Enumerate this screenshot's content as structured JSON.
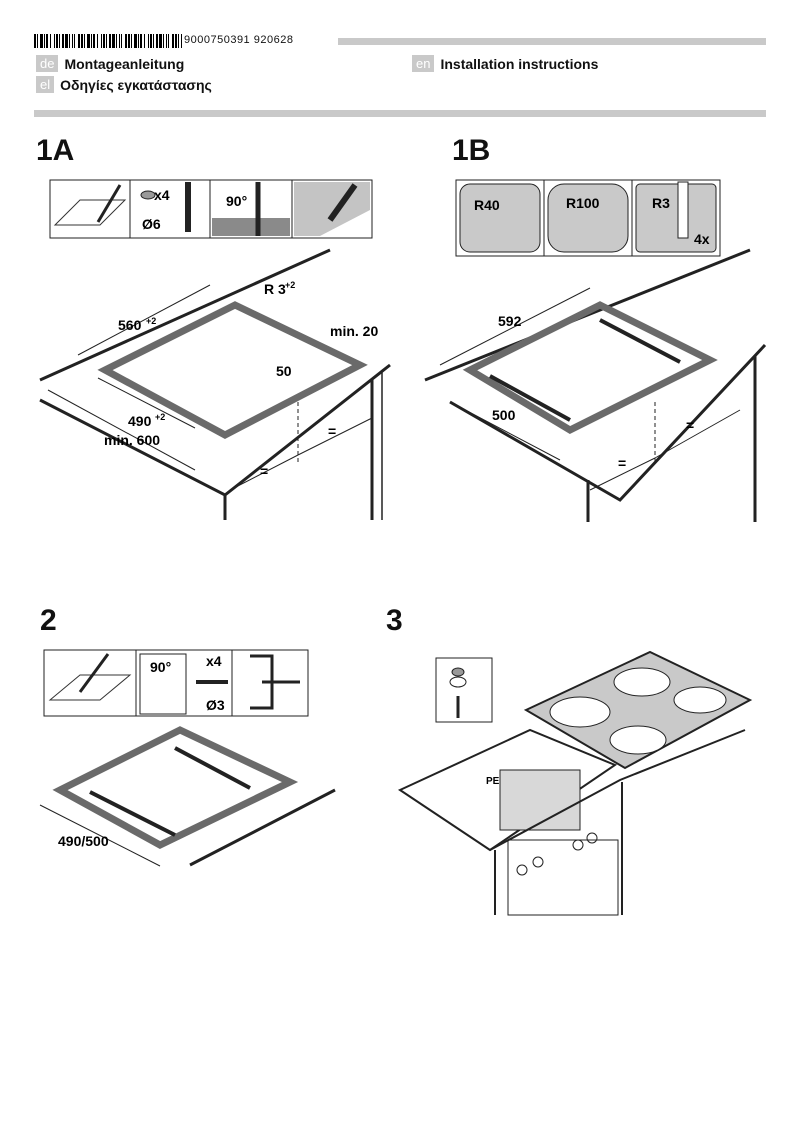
{
  "header": {
    "barcode_number": "9000750391 920628",
    "languages": [
      {
        "code": "de",
        "title": "Montageanleitung"
      },
      {
        "code": "el",
        "title": "Οδηγίες εγκατάστασης"
      },
      {
        "code": "en",
        "title": "Installation instructions"
      }
    ]
  },
  "figures": {
    "f1a": {
      "label": "1A",
      "steps": {
        "count": "x4",
        "diameter": "Ø6",
        "angle": "90°"
      },
      "dims": {
        "radius": "R 3",
        "radius_sup": "+2",
        "width": "560",
        "width_sup": "+2",
        "depth": "490",
        "depth_sup": "+2",
        "min_depth": "min. 600",
        "min_edge": "min. 20",
        "offset": "50",
        "equal": "="
      }
    },
    "f1b": {
      "label": "1B",
      "radii": [
        "R40",
        "R100",
        "R3"
      ],
      "count": "4x",
      "dims": {
        "width": "592",
        "depth": "500",
        "equal": "="
      }
    },
    "f2": {
      "label": "2",
      "steps": {
        "angle": "90°",
        "count": "x4",
        "diameter": "Ø3"
      },
      "dims": {
        "depth": "490/500"
      }
    },
    "f3": {
      "label": "3",
      "pe": "PE"
    }
  },
  "colors": {
    "rule": "#c9c9c9",
    "gray_fill": "#8a8a8a",
    "light_fill": "#d8d8d8"
  }
}
